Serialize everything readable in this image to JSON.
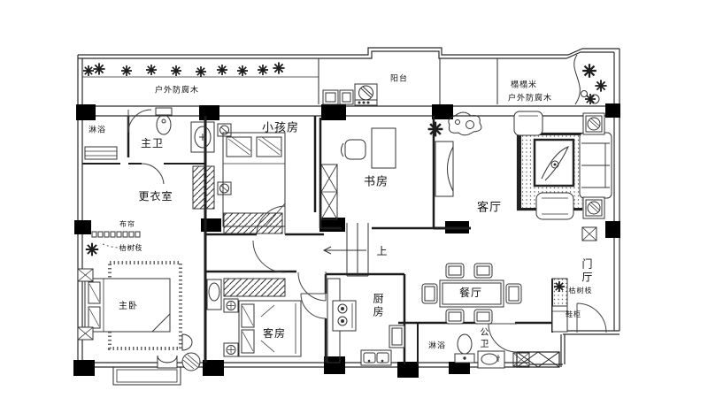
{
  "drawing": {
    "type": "apartment-floor-plan",
    "line_color": "#2b2b2b",
    "column_color": "#000000",
    "background": "#ffffff"
  },
  "labels": {
    "terrace_wood_left": "户外防腐木",
    "shower_master": "淋浴",
    "master_bath": "主卫",
    "dressing_room": "更衣室",
    "curtain": "布帘",
    "dry_branches_left": "枯树枝",
    "kids_room": "小孩房",
    "balcony": "阳台",
    "study": "书房",
    "tatami": "榻榻米",
    "terrace_wood_right": "户外防腐木",
    "living_room": "客厅",
    "master_bedroom": "主卧",
    "guest_room": "客房",
    "stairs_up": "上",
    "kitchen": "厨房",
    "dining_room": "餐厅",
    "shower_public": "淋浴",
    "public_bath": "公卫",
    "foyer": "门厅",
    "dry_branches_right": "枯树枝",
    "shoe_cabinet": "鞋柜"
  }
}
